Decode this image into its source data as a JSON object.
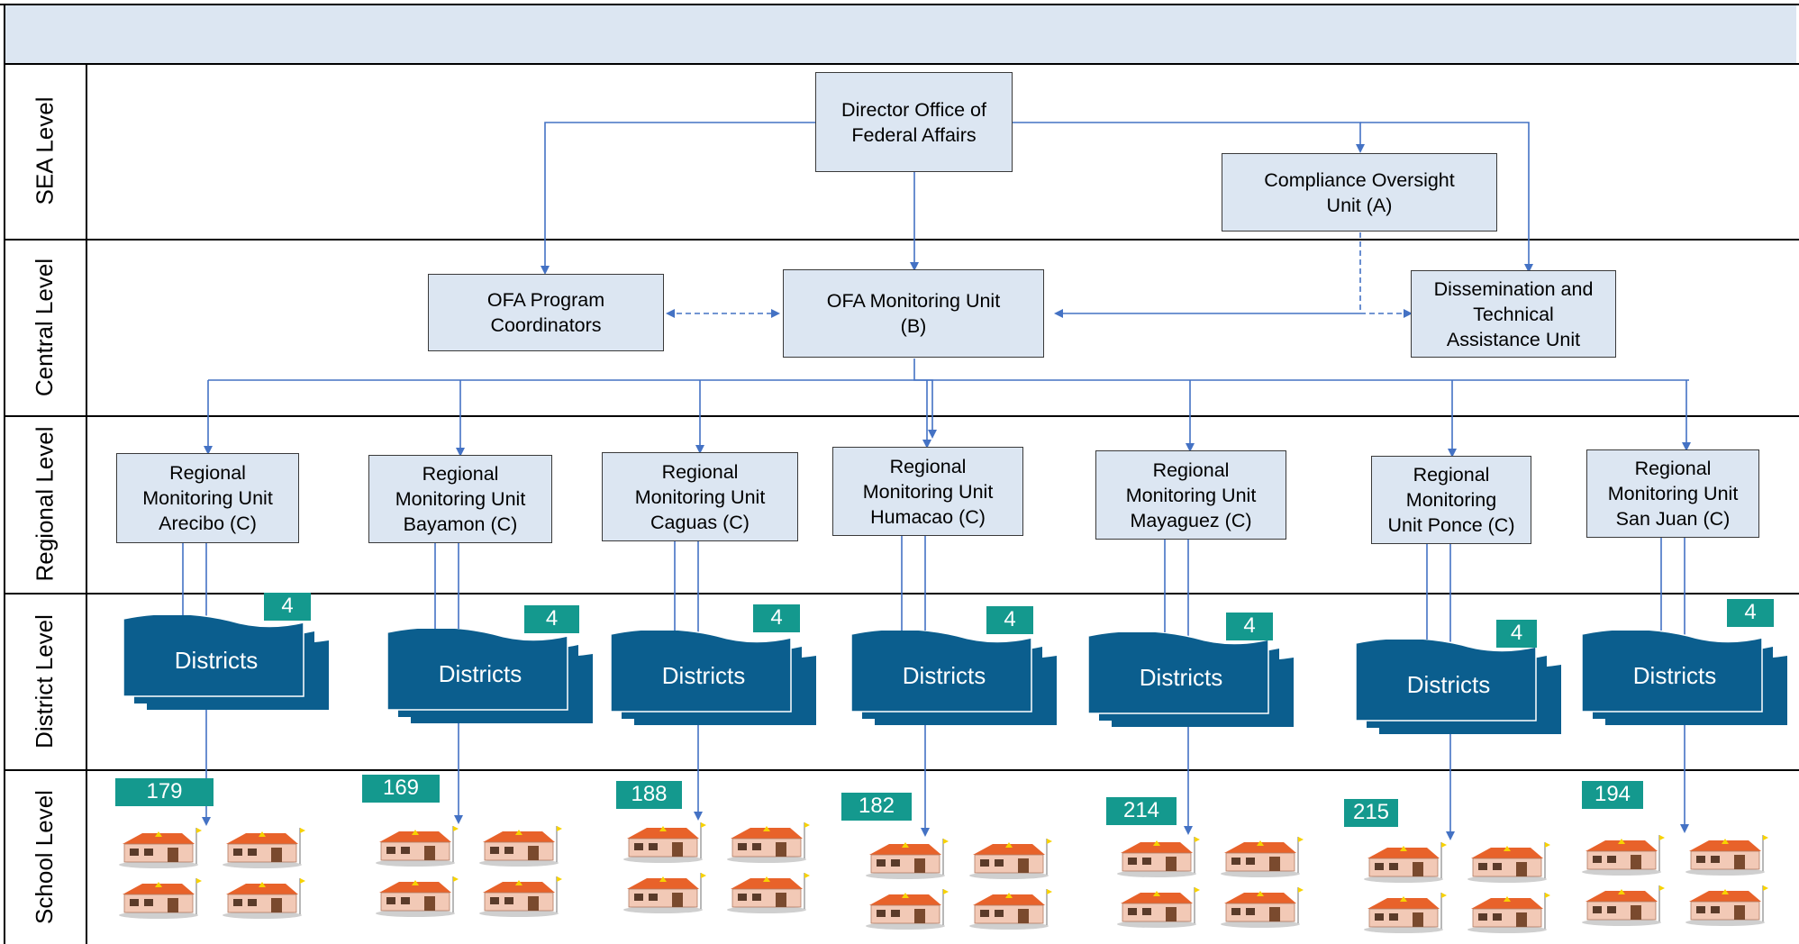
{
  "levels": {
    "sea": "SEA Level",
    "central": "Central Level",
    "regional": "Regional Level",
    "district": "District Level",
    "school": "School Level"
  },
  "top": {
    "director": "Director Office of\nFederal Affairs",
    "compliance": "Compliance Oversight\nUnit (A)"
  },
  "central": {
    "coordinators": "OFA Program\nCoordinators",
    "monitoring": "OFA Monitoring Unit\n(B)",
    "dissemination": "Dissemination and\nTechnical\nAssistance Unit"
  },
  "regions": [
    {
      "label": "Regional\nMonitoring Unit\nArecibo (C)",
      "districts": "Districts",
      "district_count": "4",
      "school_count": "179"
    },
    {
      "label": "Regional\nMonitoring Unit\nBayamon (C)",
      "districts": "Districts",
      "district_count": "4",
      "school_count": "169"
    },
    {
      "label": "Regional\nMonitoring Unit\nCaguas (C)",
      "districts": "Districts",
      "district_count": "4",
      "school_count": "188"
    },
    {
      "label": "Regional\nMonitoring Unit\nHumacao (C)",
      "districts": "Districts",
      "district_count": "4",
      "school_count": "182"
    },
    {
      "label": "Regional\nMonitoring Unit\nMayaguez (C)",
      "districts": "Districts",
      "district_count": "4",
      "school_count": "214"
    },
    {
      "label": "Regional\nMonitoring\nUnit Ponce (C)",
      "districts": "Districts",
      "district_count": "4",
      "school_count": "215"
    },
    {
      "label": "Regional\nMonitoring Unit\nSan Juan (C)",
      "districts": "Districts",
      "district_count": "4",
      "school_count": "194"
    }
  ],
  "colors": {
    "box_fill": "#dce6f2",
    "connector": "#4472c4",
    "district_blue": "#0b5e8e",
    "badge": "#14998e",
    "roof": "#e8622a"
  },
  "icons": {
    "school": "school-house-icon",
    "district": "district-folder-icon"
  }
}
